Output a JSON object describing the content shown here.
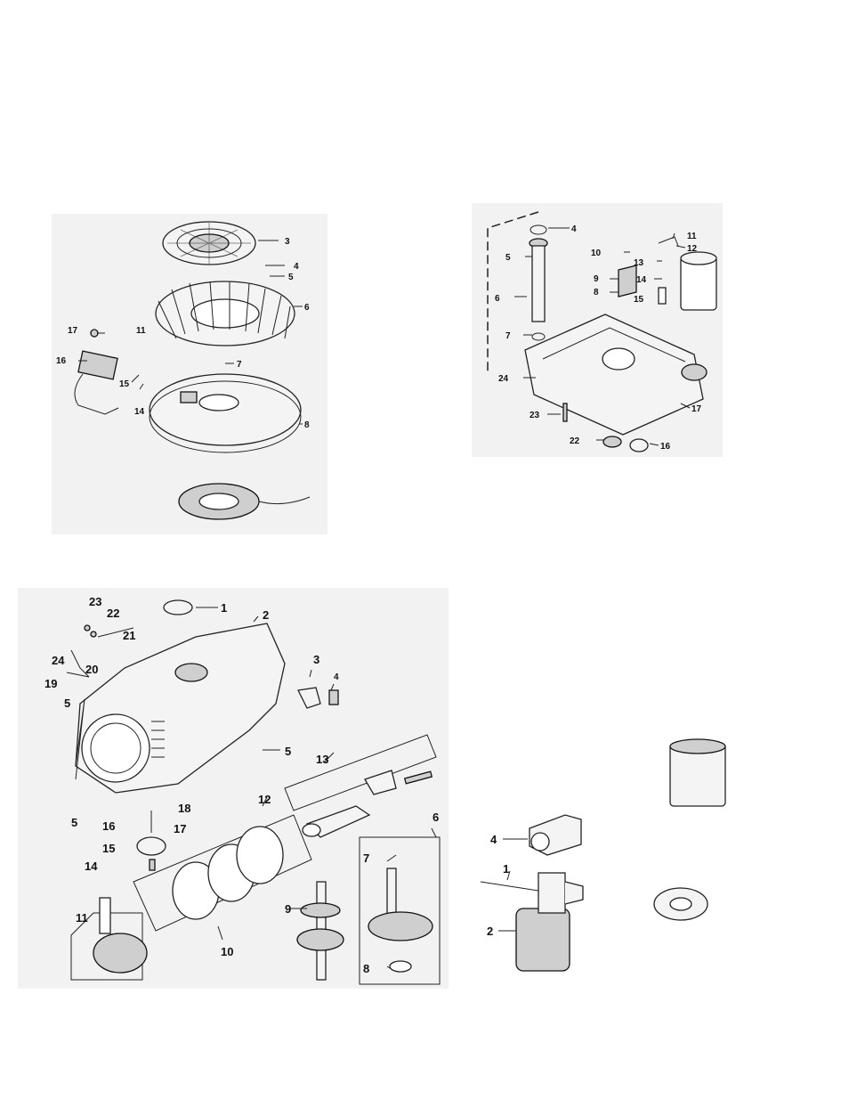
{
  "panels": {
    "flywheel": {
      "labels": [
        "3",
        "4",
        "5",
        "6",
        "7",
        "8",
        "11",
        "14",
        "15",
        "16",
        "17"
      ]
    },
    "oil_pan": {
      "labels": [
        "4",
        "5",
        "6",
        "7",
        "8",
        "9",
        "10",
        "11",
        "12",
        "13",
        "14",
        "15",
        "16",
        "17",
        "22",
        "23",
        "24"
      ]
    },
    "crankcase": {
      "labels": [
        "1",
        "2",
        "3",
        "4",
        "5",
        "5",
        "5",
        "6",
        "7",
        "8",
        "9",
        "10",
        "11",
        "12",
        "13",
        "14",
        "15",
        "16",
        "17",
        "18",
        "19",
        "20",
        "21",
        "22",
        "23",
        "24"
      ]
    },
    "starter": {
      "labels": [
        "1",
        "2",
        "4"
      ]
    }
  }
}
